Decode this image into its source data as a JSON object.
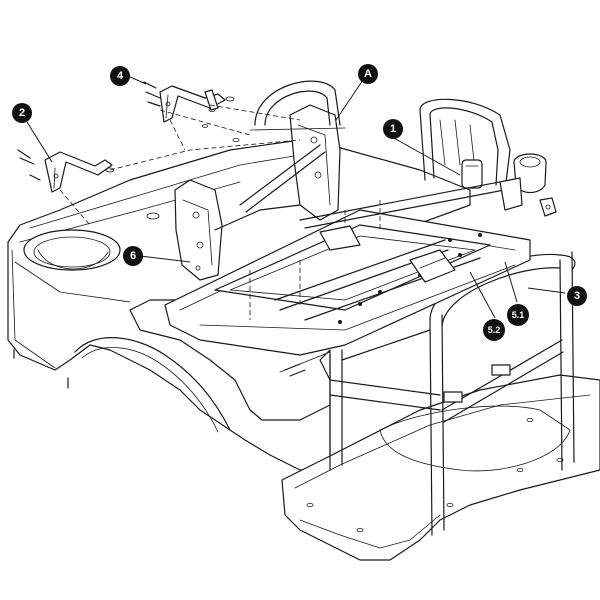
{
  "callouts": {
    "c4": "4",
    "cA": "A",
    "c2": "2",
    "c1": "1",
    "c6": "6",
    "c3": "3",
    "c52": "5.2",
    "c51": "5.1"
  }
}
